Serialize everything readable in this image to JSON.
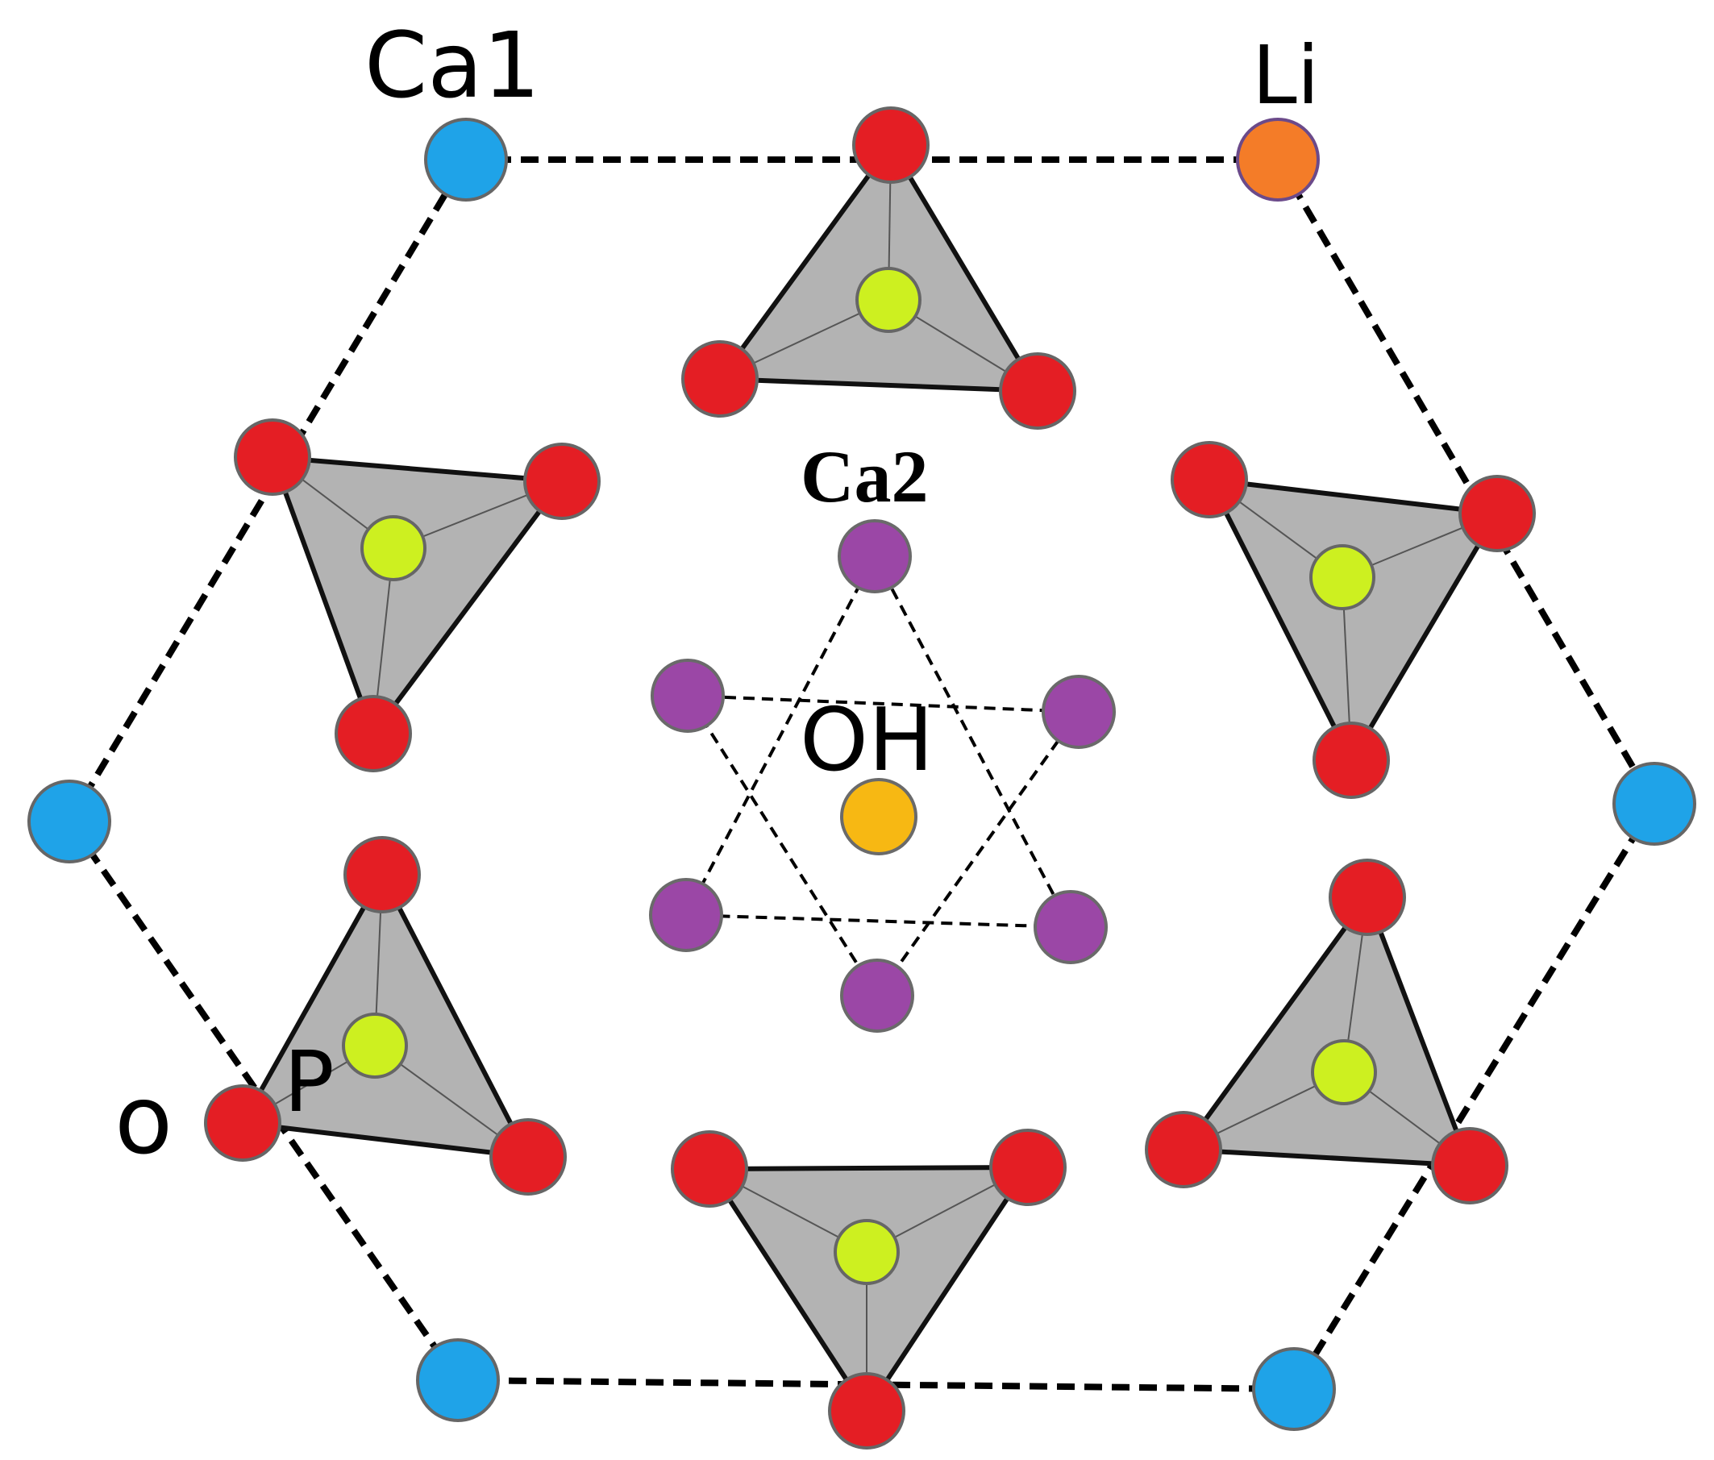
{
  "labels": {
    "ca1": "Ca1",
    "li": "Li",
    "ca2": "Ca2",
    "oh": "OH",
    "o": "o",
    "p": "P"
  },
  "colors": {
    "background": "#ffffff",
    "ca1_atom": "#1fa3e8",
    "li_atom": "#f47c28",
    "o_atom": "#e41e24",
    "p_atom": "#cdf020",
    "ca2_atom": "#9b47a6",
    "oh_atom": "#f7b813",
    "tetrahedron_fill": "#b3b3b3",
    "atom_outline": "#666666",
    "line": "#000000"
  }
}
